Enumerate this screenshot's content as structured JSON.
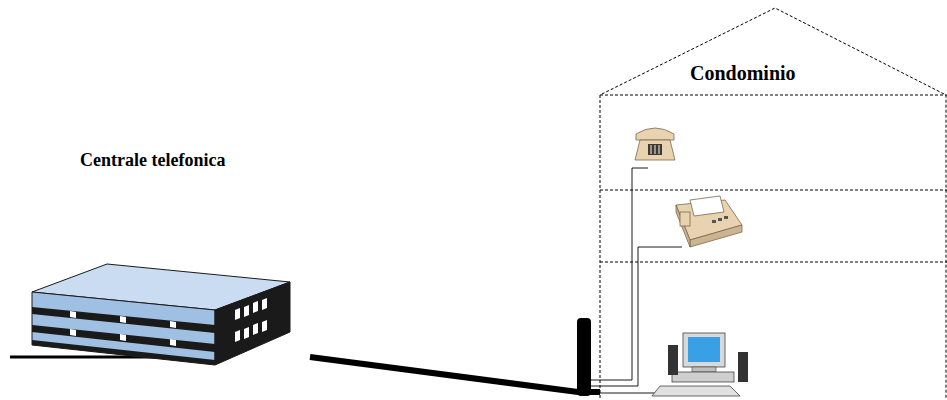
{
  "diagram": {
    "nodes": [
      {
        "text": [
          "Centrale telefonica"
        ]
      },
      {
        "text": [
          "Condominio"
        ]
      }
    ],
    "edges": [
      {
        "from": 0,
        "to": 1,
        "arrow": "none"
      }
    ]
  }
}
